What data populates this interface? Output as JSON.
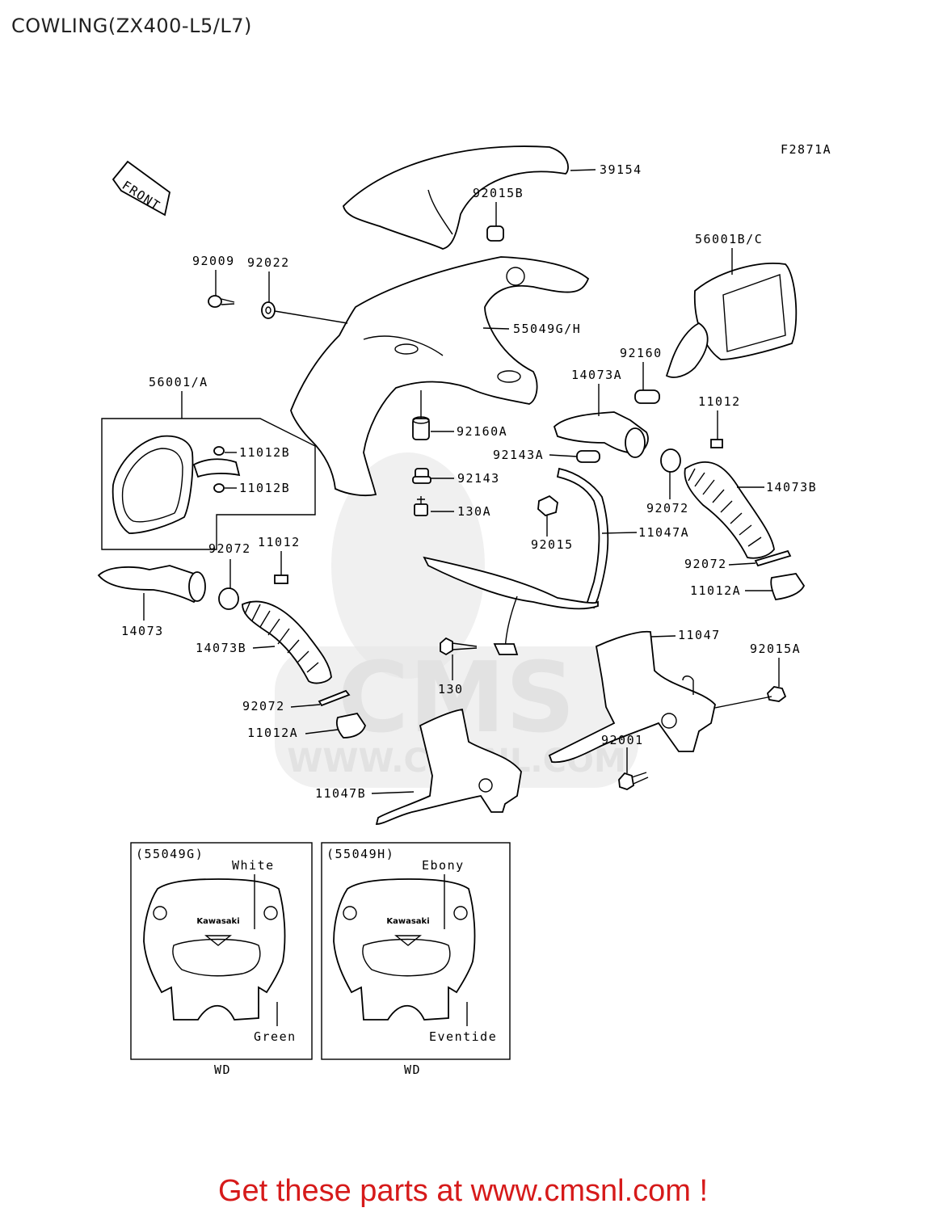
{
  "page": {
    "title": "COWLING(ZX400-L5/L7)"
  },
  "figure_code": "F2871A",
  "front_arrow": "FRONT",
  "part_labels": [
    "39154",
    "92015B",
    "56001B/C",
    "92009",
    "92022",
    "55049G/H",
    "92160",
    "14073A",
    "11012",
    "56001/A",
    "92160A",
    "11012B",
    "11012B",
    "92143A",
    "92143",
    "14073B",
    "92072",
    "130A",
    "92015",
    "11047A",
    "92072",
    "11012",
    "11012A",
    "92072",
    "14073",
    "14073B",
    "11047",
    "92015A",
    "130",
    "92072",
    "11012A",
    "92001",
    "11047B"
  ],
  "variants": [
    {
      "code": "(55049G)",
      "top_color": "White",
      "bottom_color": "Green",
      "market": "WD"
    },
    {
      "code": "(55049H)",
      "top_color": "Ebony",
      "bottom_color": "Eventide",
      "market": "WD"
    }
  ],
  "brand_mark": "Kawasaki",
  "watermark": {
    "text": "CMS",
    "url": "WWW.CMSNL.COM"
  },
  "footer": {
    "cta": "Get these parts at www.cmsnl.com !"
  },
  "colors": {
    "cta": "#d61a1a",
    "line": "#000000",
    "watermark": "#e6e6e6"
  }
}
